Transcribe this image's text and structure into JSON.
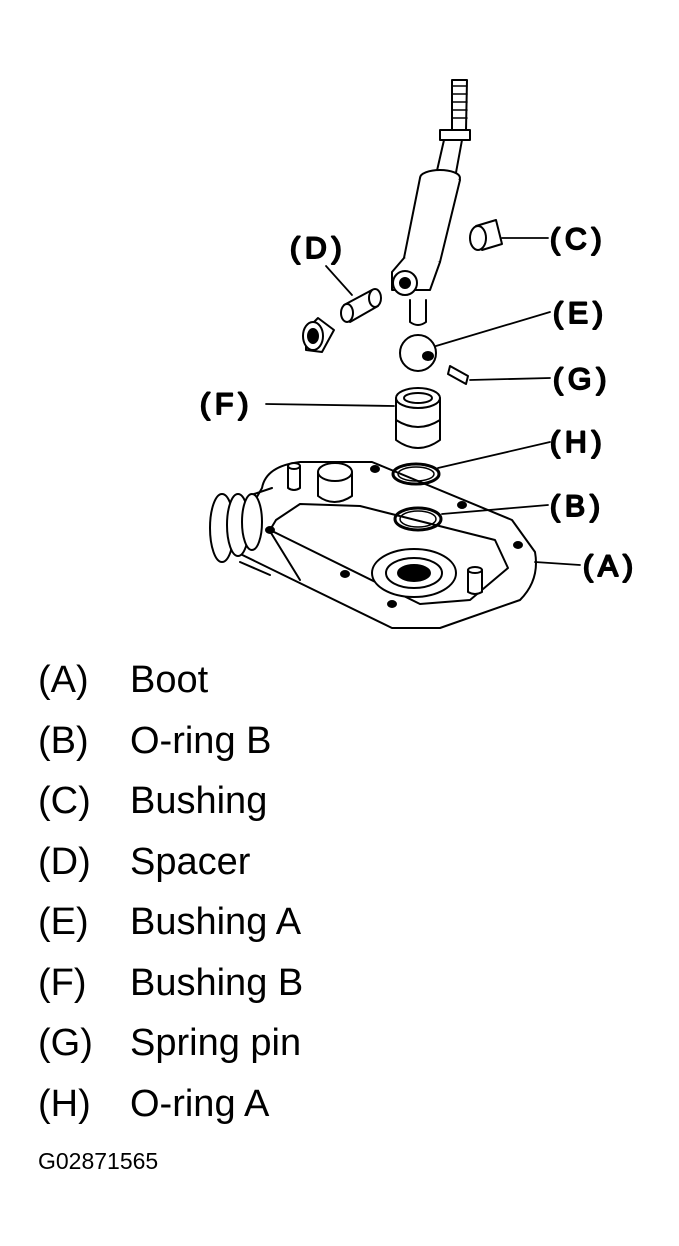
{
  "diagram": {
    "callouts": {
      "A": "(A)",
      "B": "(B)",
      "C": "(C)",
      "D": "(D)",
      "E": "(E)",
      "F": "(F)",
      "G": "(G)",
      "H": "(H)"
    }
  },
  "legend": [
    {
      "key": "(A)",
      "name": "Boot"
    },
    {
      "key": "(B)",
      "name": "O-ring B"
    },
    {
      "key": "(C)",
      "name": "Bushing"
    },
    {
      "key": "(D)",
      "name": "Spacer"
    },
    {
      "key": "(E)",
      "name": "Bushing A"
    },
    {
      "key": "(F)",
      "name": "Bushing B"
    },
    {
      "key": "(G)",
      "name": "Spring pin"
    },
    {
      "key": "(H)",
      "name": "O-ring A"
    }
  ],
  "figure_id": "G02871565"
}
